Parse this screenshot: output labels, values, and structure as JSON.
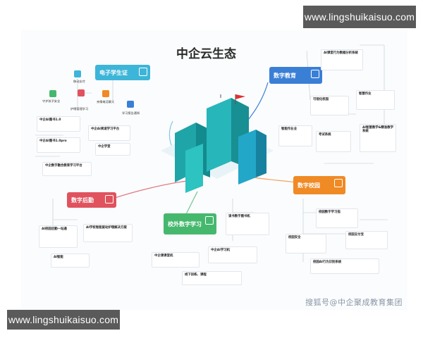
{
  "watermark": {
    "top": "www.lingshuikaisuo.com",
    "bottom": "www.lingshuikaisuo.com"
  },
  "diagram": {
    "title": "中企云生态",
    "attribution": "搜狐号@中企聚成教育集团",
    "categories": [
      {
        "id": "student-card",
        "title": "电子学生证",
        "color": "#3db5d8",
        "items": [
          "移动支付",
          "守护孩子安全",
          "护眼管理学习",
          "亲情电话聊天",
          "学习报告通知",
          "中企AI图书1.0",
          "中企AI图书1.0pro",
          "中企AI阅读学习平台",
          "中企数字融合教育学习平台",
          "中企学堂"
        ]
      },
      {
        "id": "digital-education",
        "title": "数字教育",
        "color": "#3a7fd6",
        "items": [
          "AI课堂行为数据分析系统",
          "可视化校园",
          "智慧作业",
          "智能作业业",
          "考试系统",
          "AI智慧教学&精准教学系统"
        ]
      },
      {
        "id": "digital-backend",
        "title": "数字后勤",
        "color": "#e0525e",
        "items": [
          "AI校园后勤一站通",
          "AI学校智能驱动护理解决方案",
          "AI智能"
        ]
      },
      {
        "id": "after-school",
        "title": "校外数字学习",
        "color": "#46b86e",
        "items": [
          "读书数字图书机",
          "中企AI学习机",
          "中企课课堂机",
          "线下训练、课程"
        ]
      },
      {
        "id": "digital-campus",
        "title": "数字校园",
        "color": "#f08a24",
        "items": [
          "校园数字学习指",
          "校园安全",
          "校园支付宝",
          "校园AI行为识别系统"
        ]
      }
    ]
  }
}
